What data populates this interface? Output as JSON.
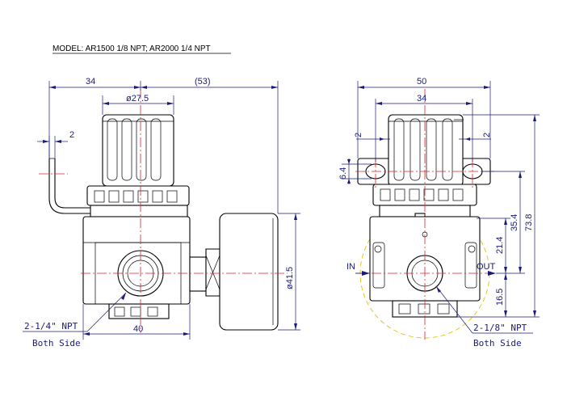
{
  "model_line": "MODEL: AR1500 1/8 NPT; AR2000 1/4 NPT",
  "left_view": {
    "dim_34": "34",
    "dim_53": "(53)",
    "dim_knob": "ø27.5",
    "dim_2": "2",
    "dim_41_5": "ø41.5",
    "dim_40": "40",
    "port_label": "2-1/4\" NPT",
    "port_side": "Both Side"
  },
  "right_view": {
    "dim_50": "50",
    "dim_34": "34",
    "dim_2_left": "2",
    "dim_2_right": "2",
    "dim_6_4": "6.4",
    "dim_73_8": "73.8",
    "dim_35_4": "35.4",
    "dim_21_4": "21.4",
    "dim_16_5": "16.5",
    "in_label": "IN",
    "out_label": "OUT",
    "port_label": "2-1/8\" NPT",
    "port_side": "Both Side"
  },
  "colors": {
    "outline": "#000000",
    "dimension": "#1a1a7a",
    "centerline": "#e0242a",
    "hidden_circle": "#e8c200"
  }
}
